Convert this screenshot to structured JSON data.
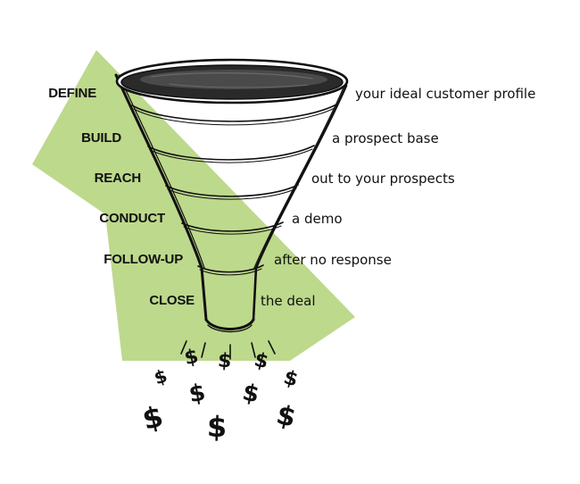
{
  "colors": {
    "accent_green": "#bdd98c",
    "ink": "#111111",
    "funnel_shade": "#2a2a2a"
  },
  "stages": [
    {
      "action": "DEFINE",
      "description": "your ideal customer profile"
    },
    {
      "action": "BUILD",
      "description": "a prospect base"
    },
    {
      "action": "REACH",
      "description": "out to your prospects"
    },
    {
      "action": "CONDUCT",
      "description": "a demo"
    },
    {
      "action": "FOLLOW-UP",
      "description": "after no response"
    },
    {
      "action": "CLOSE",
      "description": "the deal"
    }
  ],
  "output": {
    "icon": "dollar-sign-icon",
    "symbol": "$",
    "count": 10
  }
}
